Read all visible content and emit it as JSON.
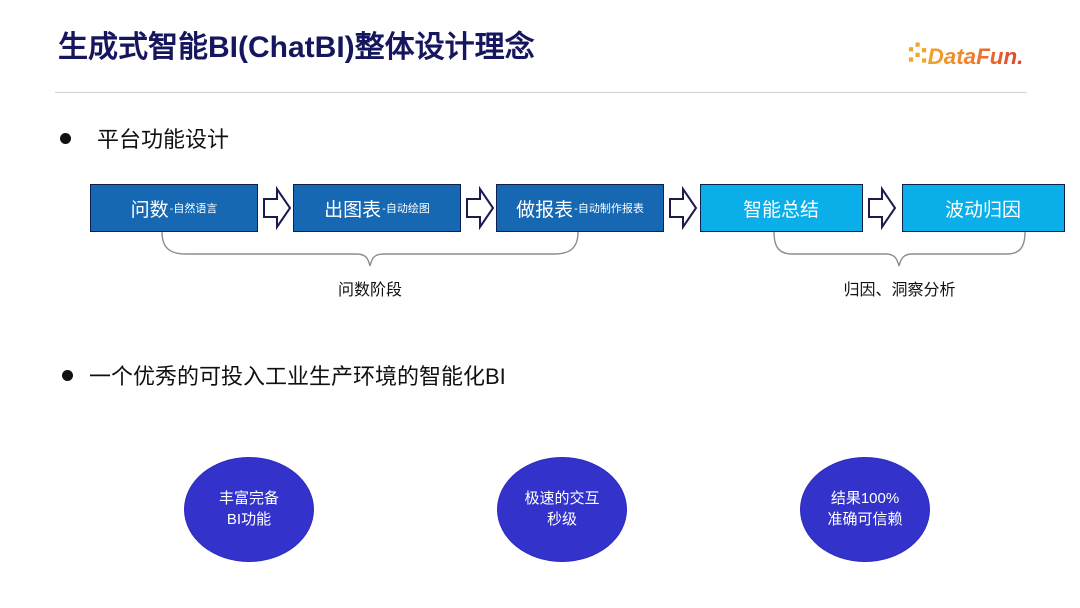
{
  "slide": {
    "title": "生成式智能BI(ChatBI)整体设计理念",
    "logo_text": "DataFun.",
    "logo_name": "datafun-logo"
  },
  "colors": {
    "title": "#16165e",
    "box_dark_blue": "#1668b3",
    "box_light_blue": "#0aaee8",
    "box_border": "#10204e",
    "circle_blue": "#3333cc",
    "logo_orange": "#f5a623",
    "logo_red": "#e0452a",
    "rule": "#d2d2d2"
  },
  "bullets": [
    {
      "marker": "●",
      "text": "平台功能设计"
    },
    {
      "marker": "●",
      "text": "一个优秀的可投入工业生产环境的智能化BI"
    }
  ],
  "flow": {
    "steps": [
      {
        "main": "问数",
        "sub": "-自然语言",
        "style": "dark"
      },
      {
        "main": "出图表",
        "sub": "-自动绘图",
        "style": "dark"
      },
      {
        "main": "做报表",
        "sub": "-自动制作报表",
        "style": "dark"
      },
      {
        "main": "智能总结",
        "sub": "",
        "style": "light"
      },
      {
        "main": "波动归因",
        "sub": "",
        "style": "light"
      }
    ],
    "arrow_icon": "right-block-arrow",
    "groups": [
      {
        "label": "问数阶段"
      },
      {
        "label": "归因、洞察分析"
      }
    ]
  },
  "circles": [
    {
      "line1": "丰富完备",
      "line2": "BI功能"
    },
    {
      "line1": "极速的交互",
      "line2": "秒级"
    },
    {
      "line1": "结果100%",
      "line2": "准确可信赖"
    }
  ]
}
